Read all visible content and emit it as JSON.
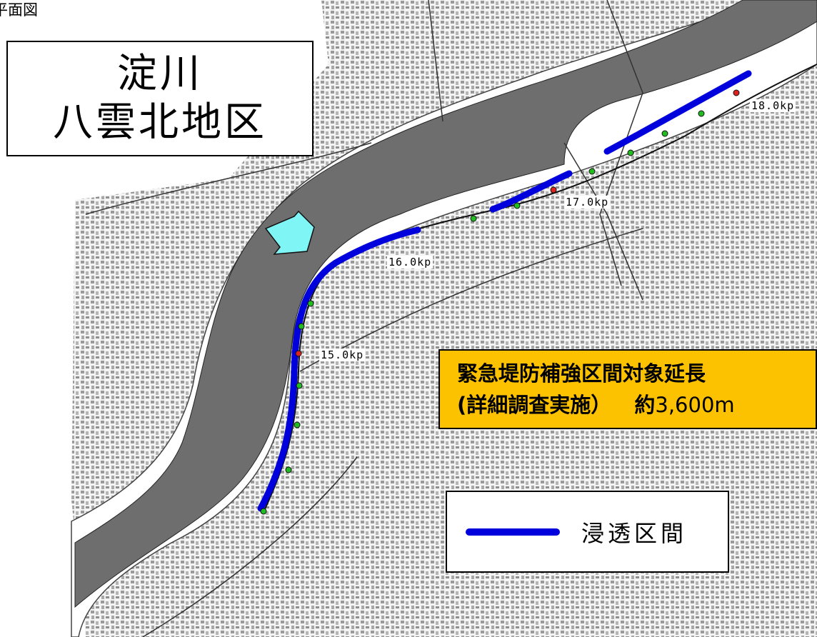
{
  "page_heading": "平面図",
  "title": {
    "line1": "淀川",
    "line2": "八雲北地区"
  },
  "info": {
    "line1": "緊急堤防補強区間対象延長",
    "line2_prefix": "(詳細調査実施）",
    "approx": "約",
    "length": "3,600m"
  },
  "legend": {
    "label": "浸透区間",
    "color": "#0000dd"
  },
  "kilometer_posts": [
    "15.0kp",
    "16.0kp",
    "17.0kp",
    "18.0kp"
  ],
  "colors": {
    "river": "#6e6e6e",
    "seepage_section": "#0000dd",
    "survey_point_green": "#22bb22",
    "survey_point_red": "#dd2222",
    "info_box": "#fcc200",
    "arrow": "#7ff5f5"
  },
  "icons": [
    "flow-direction-arrow-icon"
  ]
}
